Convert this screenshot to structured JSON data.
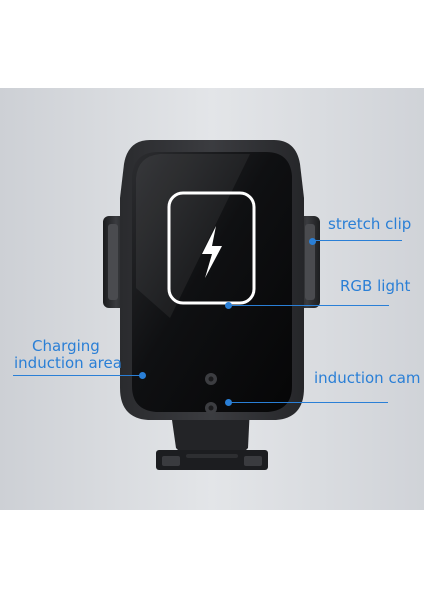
{
  "callouts": {
    "stretch_clip": "stretch clip",
    "rgb_light": "RGB light",
    "charging_area_line1": "Charging",
    "charging_area_line2": "induction area",
    "induction_cam": "induction cam"
  },
  "colors": {
    "accent": "#2a7fd6",
    "background": "#dcdfe3",
    "device_body": "#1b1c1f"
  },
  "icons": {
    "center": "lightning-bolt-icon"
  }
}
